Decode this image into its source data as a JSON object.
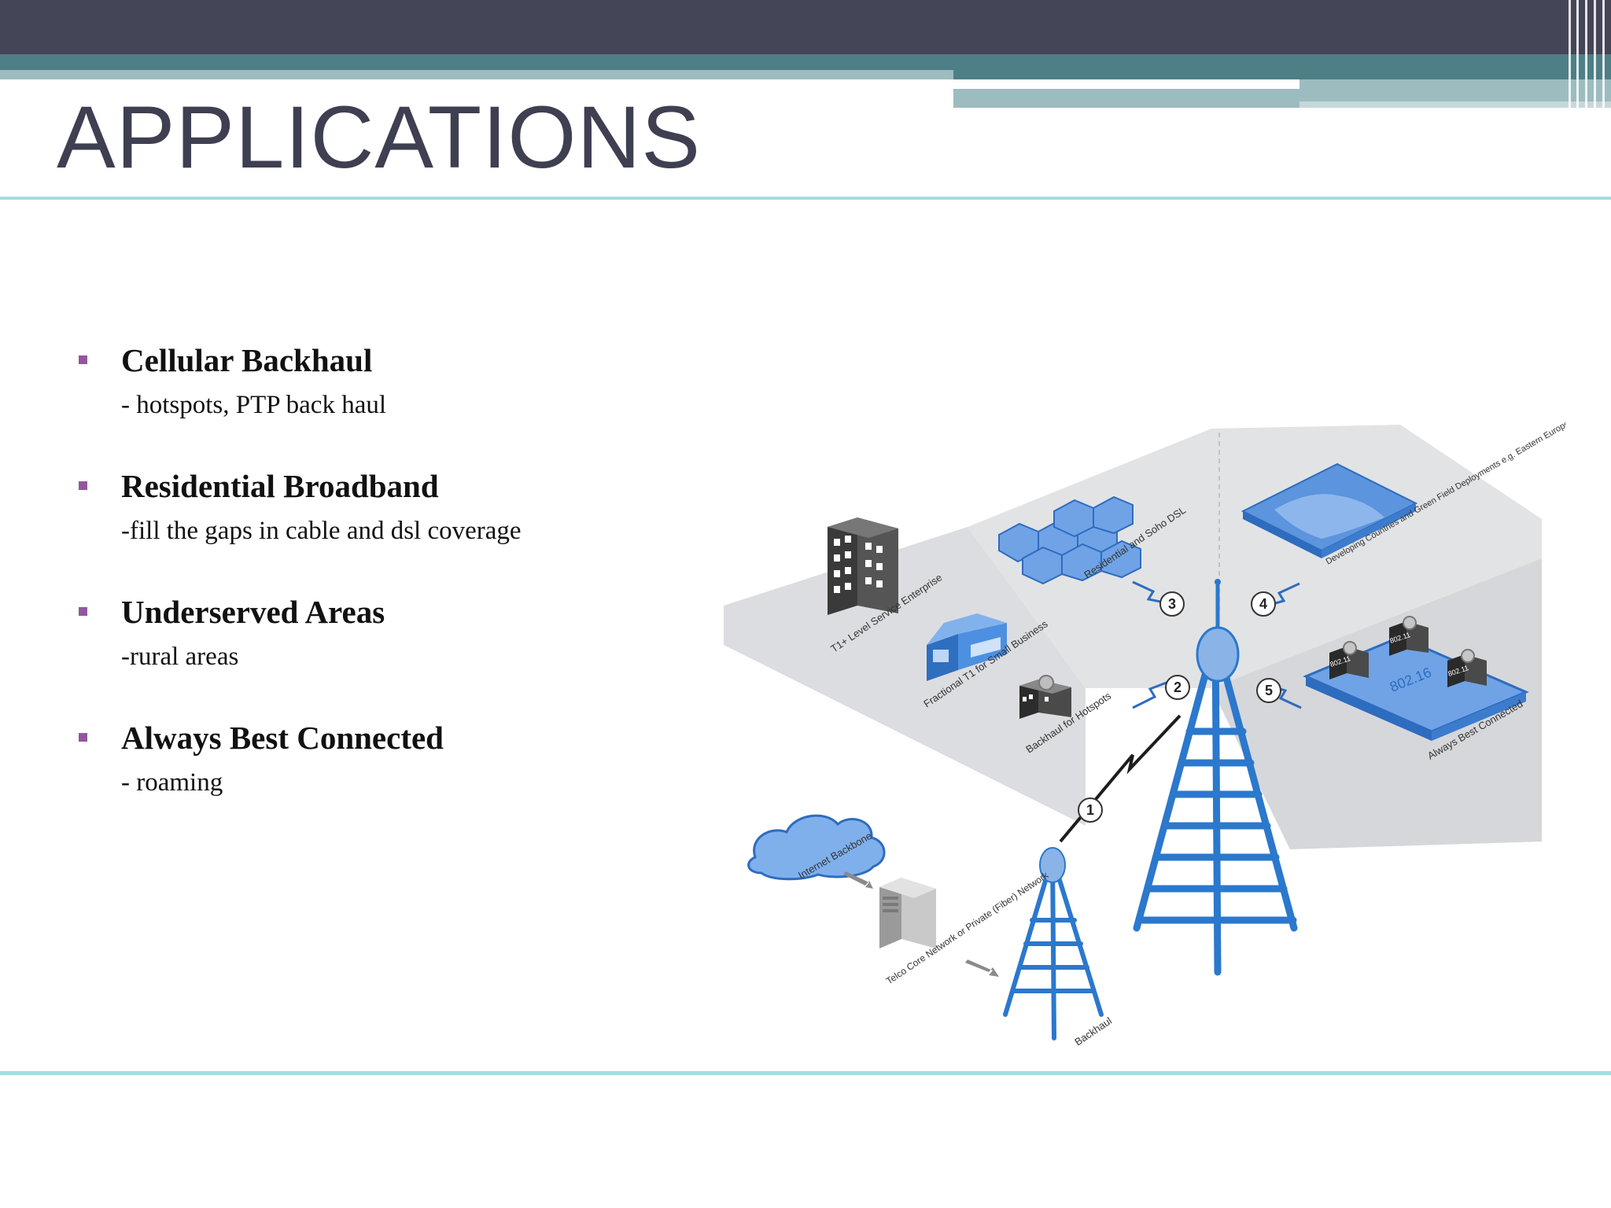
{
  "slide": {
    "title": "APPLICATIONS"
  },
  "bullets": [
    {
      "title": "Cellular Backhaul",
      "subtitle": "- hotspots, PTP back haul"
    },
    {
      "title": "Residential Broadband",
      "subtitle": "-fill the gaps in cable and dsl coverage"
    },
    {
      "title": "Underserved Areas",
      "subtitle": "-rural areas"
    },
    {
      "title": "Always Best Connected",
      "subtitle": "- roaming"
    }
  ],
  "diagram": {
    "labels": {
      "enterprise": "T1+ Level Service Enterprise",
      "small_business": "Fractional T1 for Small Business",
      "hotspots": "Backhaul for Hotspots",
      "residential": "Residential and Soho DSL",
      "developing": "Developing Countries and Green Field Deployments e.g. Eastern Europe",
      "always_best": "Always Best Connected",
      "internet": "Internet Backbone",
      "telco": "Telco Core Network or Private (Fiber) Network",
      "backhaul": "Backhaul",
      "standard_80216": "802.16",
      "standard_80211a": "802.11",
      "standard_80211b": "802.11",
      "standard_80211c": "802.11"
    },
    "markers": [
      "1",
      "2",
      "3",
      "4",
      "5"
    ],
    "colors": {
      "blue": "#3b82d0",
      "light_blue": "#8ab4e8",
      "ground": "#d9dadc",
      "dark": "#2b2b2b"
    }
  }
}
